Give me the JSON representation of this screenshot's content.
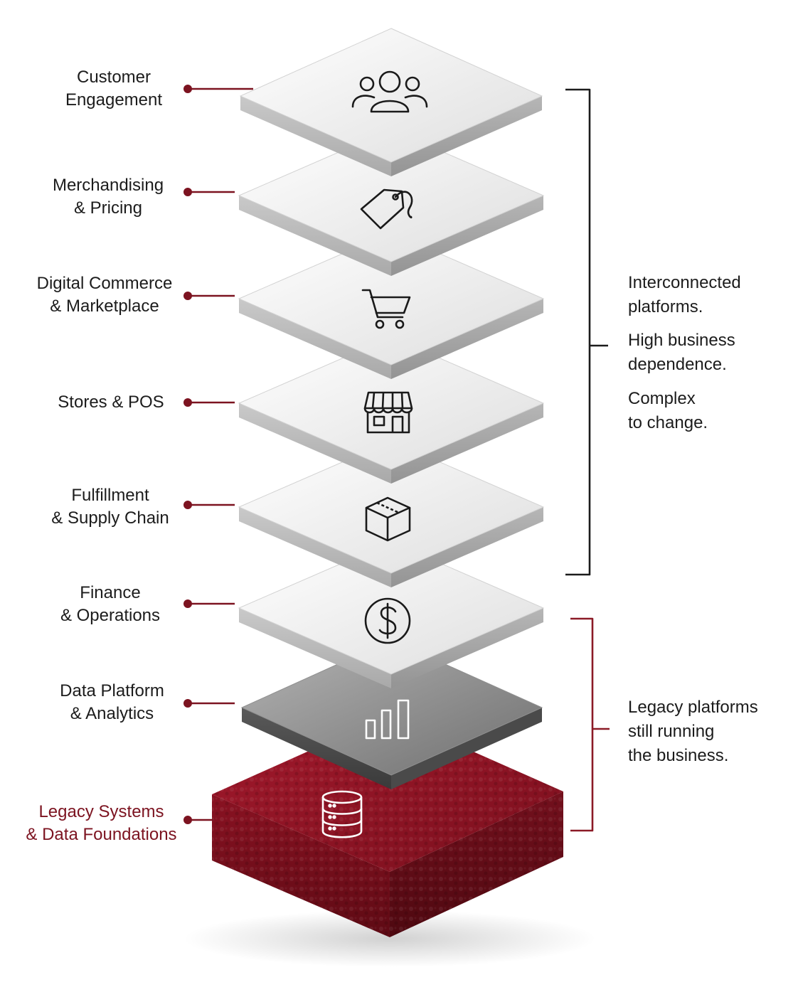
{
  "layers": [
    {
      "line1": "Customer",
      "line2": "Engagement",
      "icon": "users-icon"
    },
    {
      "line1": "Merchandising",
      "line2": "& Pricing",
      "icon": "price-tag-icon"
    },
    {
      "line1": "Digital Commerce",
      "line2": "& Marketplace",
      "icon": "shopping-cart-icon"
    },
    {
      "line1": "Stores & POS",
      "line2": "",
      "icon": "storefront-icon"
    },
    {
      "line1": "Fulfillment",
      "line2": "& Supply Chain",
      "icon": "package-box-icon"
    },
    {
      "line1": "Finance",
      "line2": "& Operations",
      "icon": "dollar-coin-icon"
    },
    {
      "line1": "Data Platform",
      "line2": "& Analytics",
      "icon": "bar-chart-icon"
    },
    {
      "line1": "Legacy Systems",
      "line2": "& Data Foundations",
      "icon": "database-icon"
    }
  ],
  "notes": {
    "upper": [
      {
        "line1": "Interconnected",
        "line2": "platforms."
      },
      {
        "line1": "High business",
        "line2": "dependence."
      },
      {
        "line1": "Complex",
        "line2": "to change."
      }
    ],
    "lower": {
      "line1": "Legacy platforms",
      "line2": "still running",
      "line3": "the business."
    }
  },
  "colors": {
    "accent": "#7c1320",
    "bracket_upper": "#1c1c1c",
    "bracket_lower": "#8b1a26",
    "plate_top": "#f3f3f3",
    "plate_dark": "#8a8a8a",
    "legacy_block": "#8e1222"
  }
}
